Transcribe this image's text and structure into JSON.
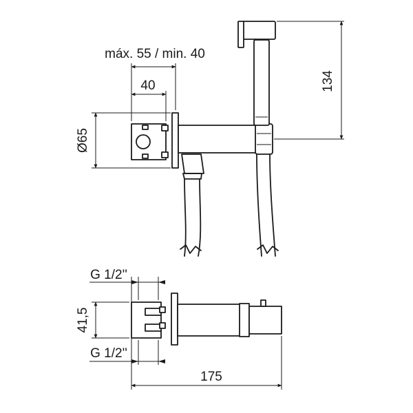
{
  "dimensions": {
    "range_label": "máx. 55 / min. 40",
    "depth_40": "40",
    "diameter_65": "Ø65",
    "height_134": "134",
    "thread_top": "G 1/2''",
    "height_41_5": "41,5",
    "thread_bottom": "G 1/2''",
    "length_175": "175"
  }
}
